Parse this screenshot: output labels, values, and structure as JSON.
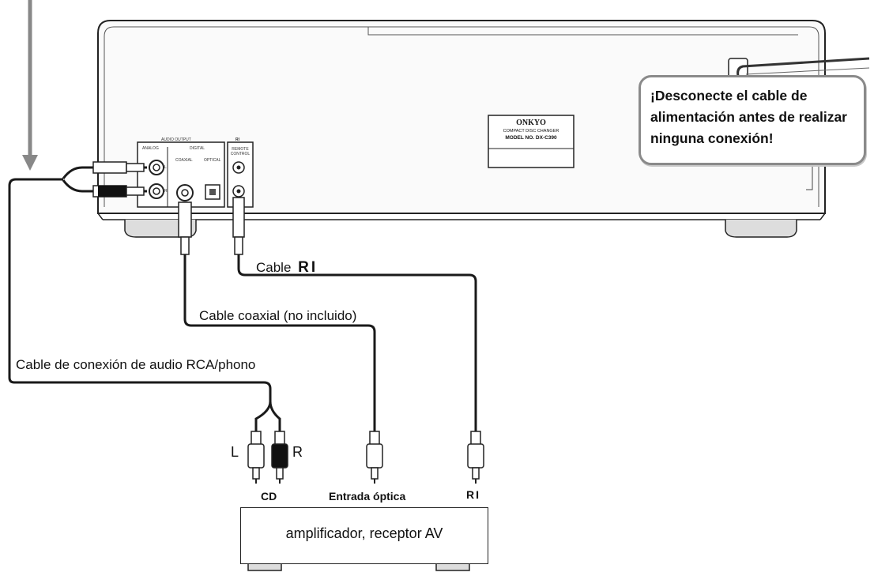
{
  "device": {
    "brand": "ONKYO",
    "model_line1": "COMPACT DISC CHANGER",
    "model_line2": "MODEL NO. DX-C390",
    "audio_output_label": "AUDIO OUTPUT",
    "analog_label": "ANALOG",
    "digital_label": "DIGITAL",
    "coaxial_label": "COAXIAL",
    "optical_label": "OPTICAL",
    "ri_label": "RI",
    "remote_control_label": "REMOTE CONTROL",
    "l_jack": "L",
    "r_jack": "R"
  },
  "warning": "¡Desconecte el cable de alimentación antes de realizar ninguna conexión!",
  "cables": {
    "ri": "Cable",
    "ri_symbol": "RI",
    "coaxial": "Cable coaxial (no incluido)",
    "rca": "Cable de conexión de audio RCA/phono"
  },
  "plugs": {
    "left": "L",
    "right": "R"
  },
  "inputs": {
    "cd": "CD",
    "optical": "Entrada óptica",
    "ri": "RI"
  },
  "amplifier": "amplificador, receptor AV",
  "colors": {
    "line": "#222222",
    "cable": "#1a1a1a",
    "warning_border": "#8a8a8a"
  }
}
